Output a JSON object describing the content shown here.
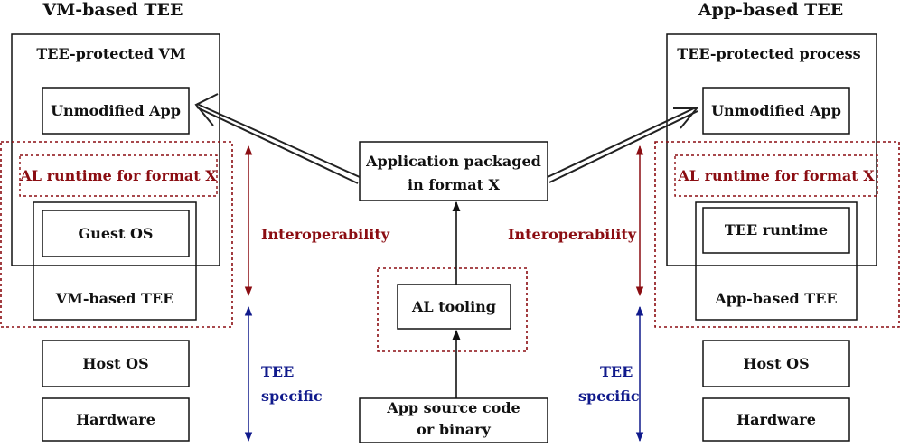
{
  "left": {
    "title": "VM-based TEE",
    "protected_vm": "TEE-protected VM",
    "app": "Unmodified App",
    "al_runtime": "AL runtime for format X",
    "guest_os": "Guest OS",
    "tee": "VM-based TEE",
    "host_os": "Host OS",
    "hardware": "Hardware"
  },
  "right": {
    "title": "App-based TEE",
    "protected_process": "TEE-protected process",
    "app": "Unmodified App",
    "al_runtime": "AL runtime for format X",
    "tee_runtime": "TEE runtime",
    "tee": "App-based TEE",
    "host_os": "Host OS",
    "hardware": "Hardware"
  },
  "center": {
    "package_line1": "Application packaged",
    "package_line2": "in format X",
    "al_tooling": "AL tooling",
    "source_line1": "App source code",
    "source_line2": "or binary"
  },
  "annotations": {
    "interoperability": "Interoperability",
    "tee_line1": "TEE",
    "tee_line2": "specific"
  },
  "colors": {
    "interop": "#8b0d12",
    "tee_specific": "#101a8c",
    "box": "#111111"
  }
}
